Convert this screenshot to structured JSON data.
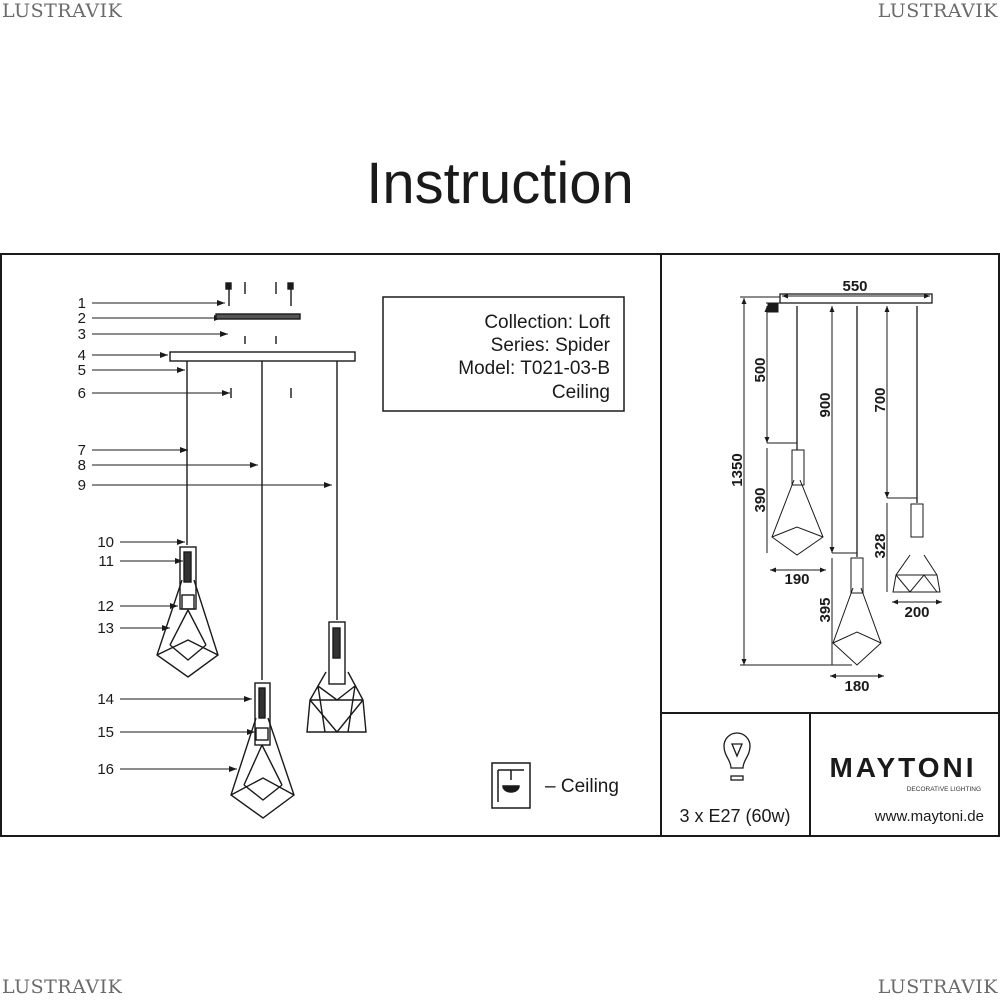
{
  "watermark": "LUSTRAVIK",
  "title": "Instruction",
  "parts": [
    "1",
    "2",
    "3",
    "4",
    "5",
    "6",
    "7",
    "8",
    "9",
    "10",
    "11",
    "12",
    "13",
    "14",
    "15",
    "16"
  ],
  "info": {
    "collection": "Collection: Loft",
    "series": "Series: Spider",
    "model": "Model: T021-03-B",
    "mounting": "Ceiling"
  },
  "mounting_legend": "– Ceiling",
  "dimensions": {
    "width": "550",
    "total_height": "1350",
    "cord1": "500",
    "cord2": "900",
    "cord3": "700",
    "shade1_height": "390",
    "shade2_height": "395",
    "shade3_height": "328",
    "shade1_width": "190",
    "shade2_width": "180",
    "shade3_width": "200"
  },
  "bulb": "3 x E27 (60w)",
  "brand": {
    "name": "MAYTONI",
    "tagline": "DECORATIVE LIGHTING",
    "website": "www.maytoni.de"
  }
}
